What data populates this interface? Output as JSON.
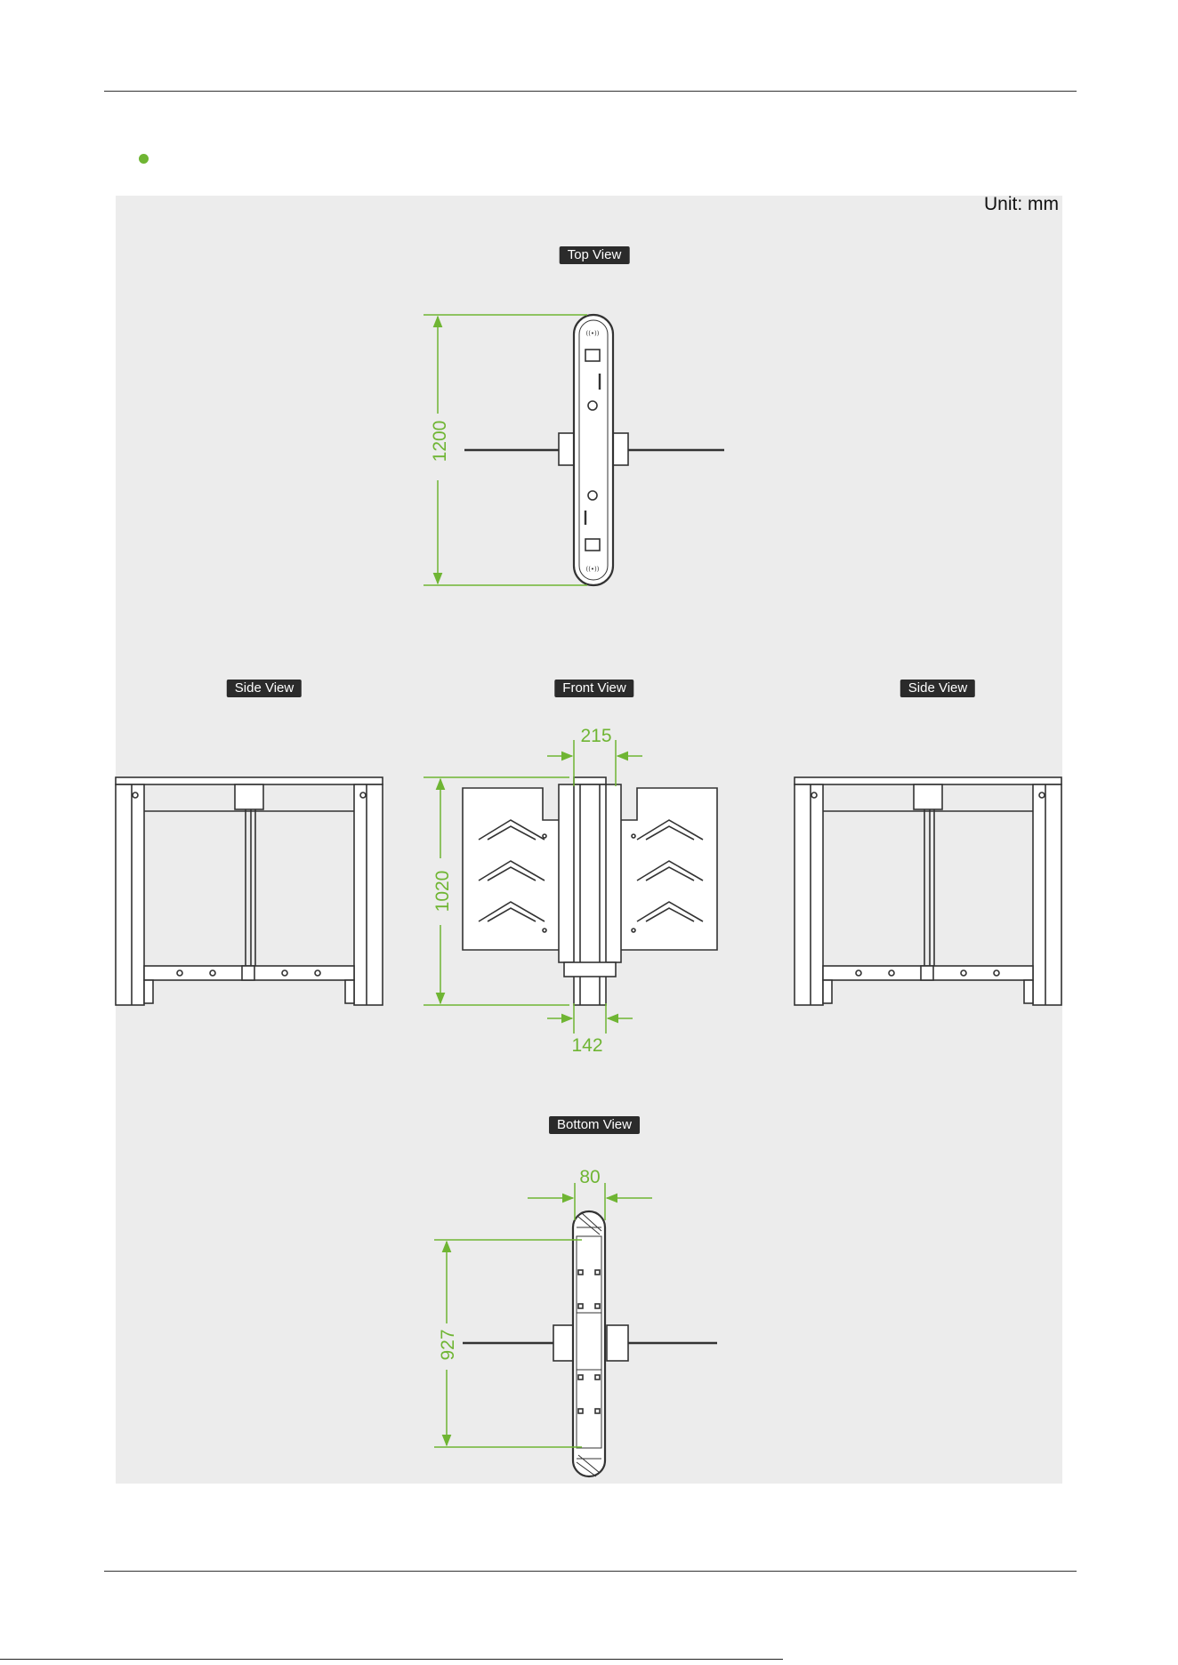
{
  "unit_label": "Unit: mm",
  "views": {
    "top": "Top View",
    "side_left": "Side View",
    "front": "Front View",
    "side_right": "Side View",
    "bottom": "Bottom View"
  },
  "dimensions": {
    "top_length": "1200",
    "front_top_width": "215",
    "front_height": "1020",
    "front_base_width": "142",
    "bottom_width": "80",
    "bottom_length": "927"
  },
  "colors": {
    "accent": "#6fb533",
    "label_bg": "#2b2b2b",
    "panel_bg": "#ececec"
  }
}
